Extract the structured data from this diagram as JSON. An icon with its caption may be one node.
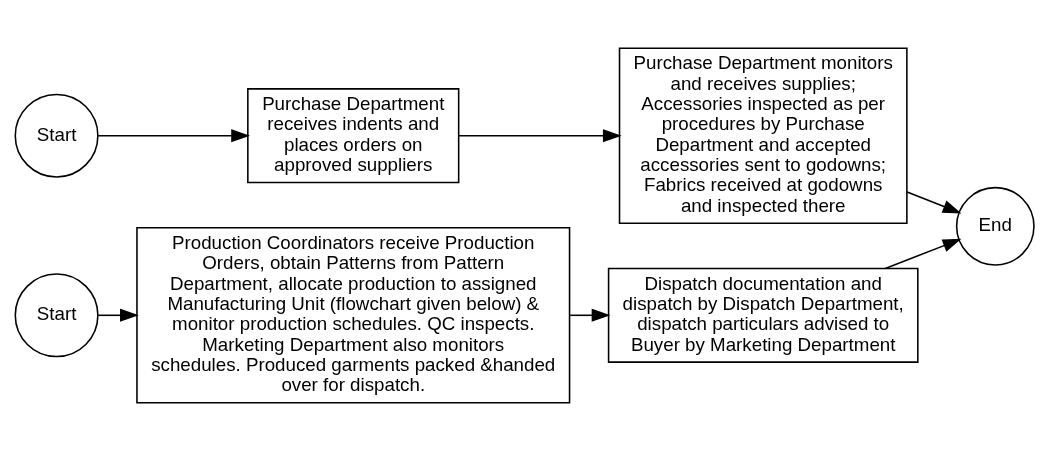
{
  "diagram": {
    "nodes": [
      {
        "text": [
          "Start"
        ]
      },
      {
        "text": [
          "Purchase Department receives indents and places orders on approved suppliers"
        ]
      },
      {
        "text": [
          "Purchase Department monitors and receives supplies; Accessories inspected as per procedures by Purchase Department and accepted accessories sent to godowns; Fabrics received at godowns and inspected there"
        ]
      },
      {
        "text": [
          "End"
        ]
      },
      {
        "text": [
          "Start"
        ]
      },
      {
        "text": [
          "Production Coordinators receive Production Orders, obtain Patterns from Pattern Department, allocate production to assigned Manufacturing Unit (flowchart given below) & monitor production schedules. QC inspects. Marketing Department also monitors schedules. Produced garments packed &handed over for dispatch."
        ]
      },
      {
        "text": [
          "Dispatch documentation and dispatch by Dispatch Department, dispatch particulars advised to Buyer by Marketing Department"
        ]
      }
    ],
    "edges": [
      {
        "from": 0,
        "to": 1,
        "arrow": "to"
      },
      {
        "from": 1,
        "to": 2,
        "arrow": "to"
      },
      {
        "from": 2,
        "to": 3,
        "arrow": "to"
      },
      {
        "from": 4,
        "to": 5,
        "arrow": "to"
      },
      {
        "from": 5,
        "to": 6,
        "arrow": "to"
      },
      {
        "from": 6,
        "to": 3,
        "arrow": "to"
      }
    ]
  }
}
